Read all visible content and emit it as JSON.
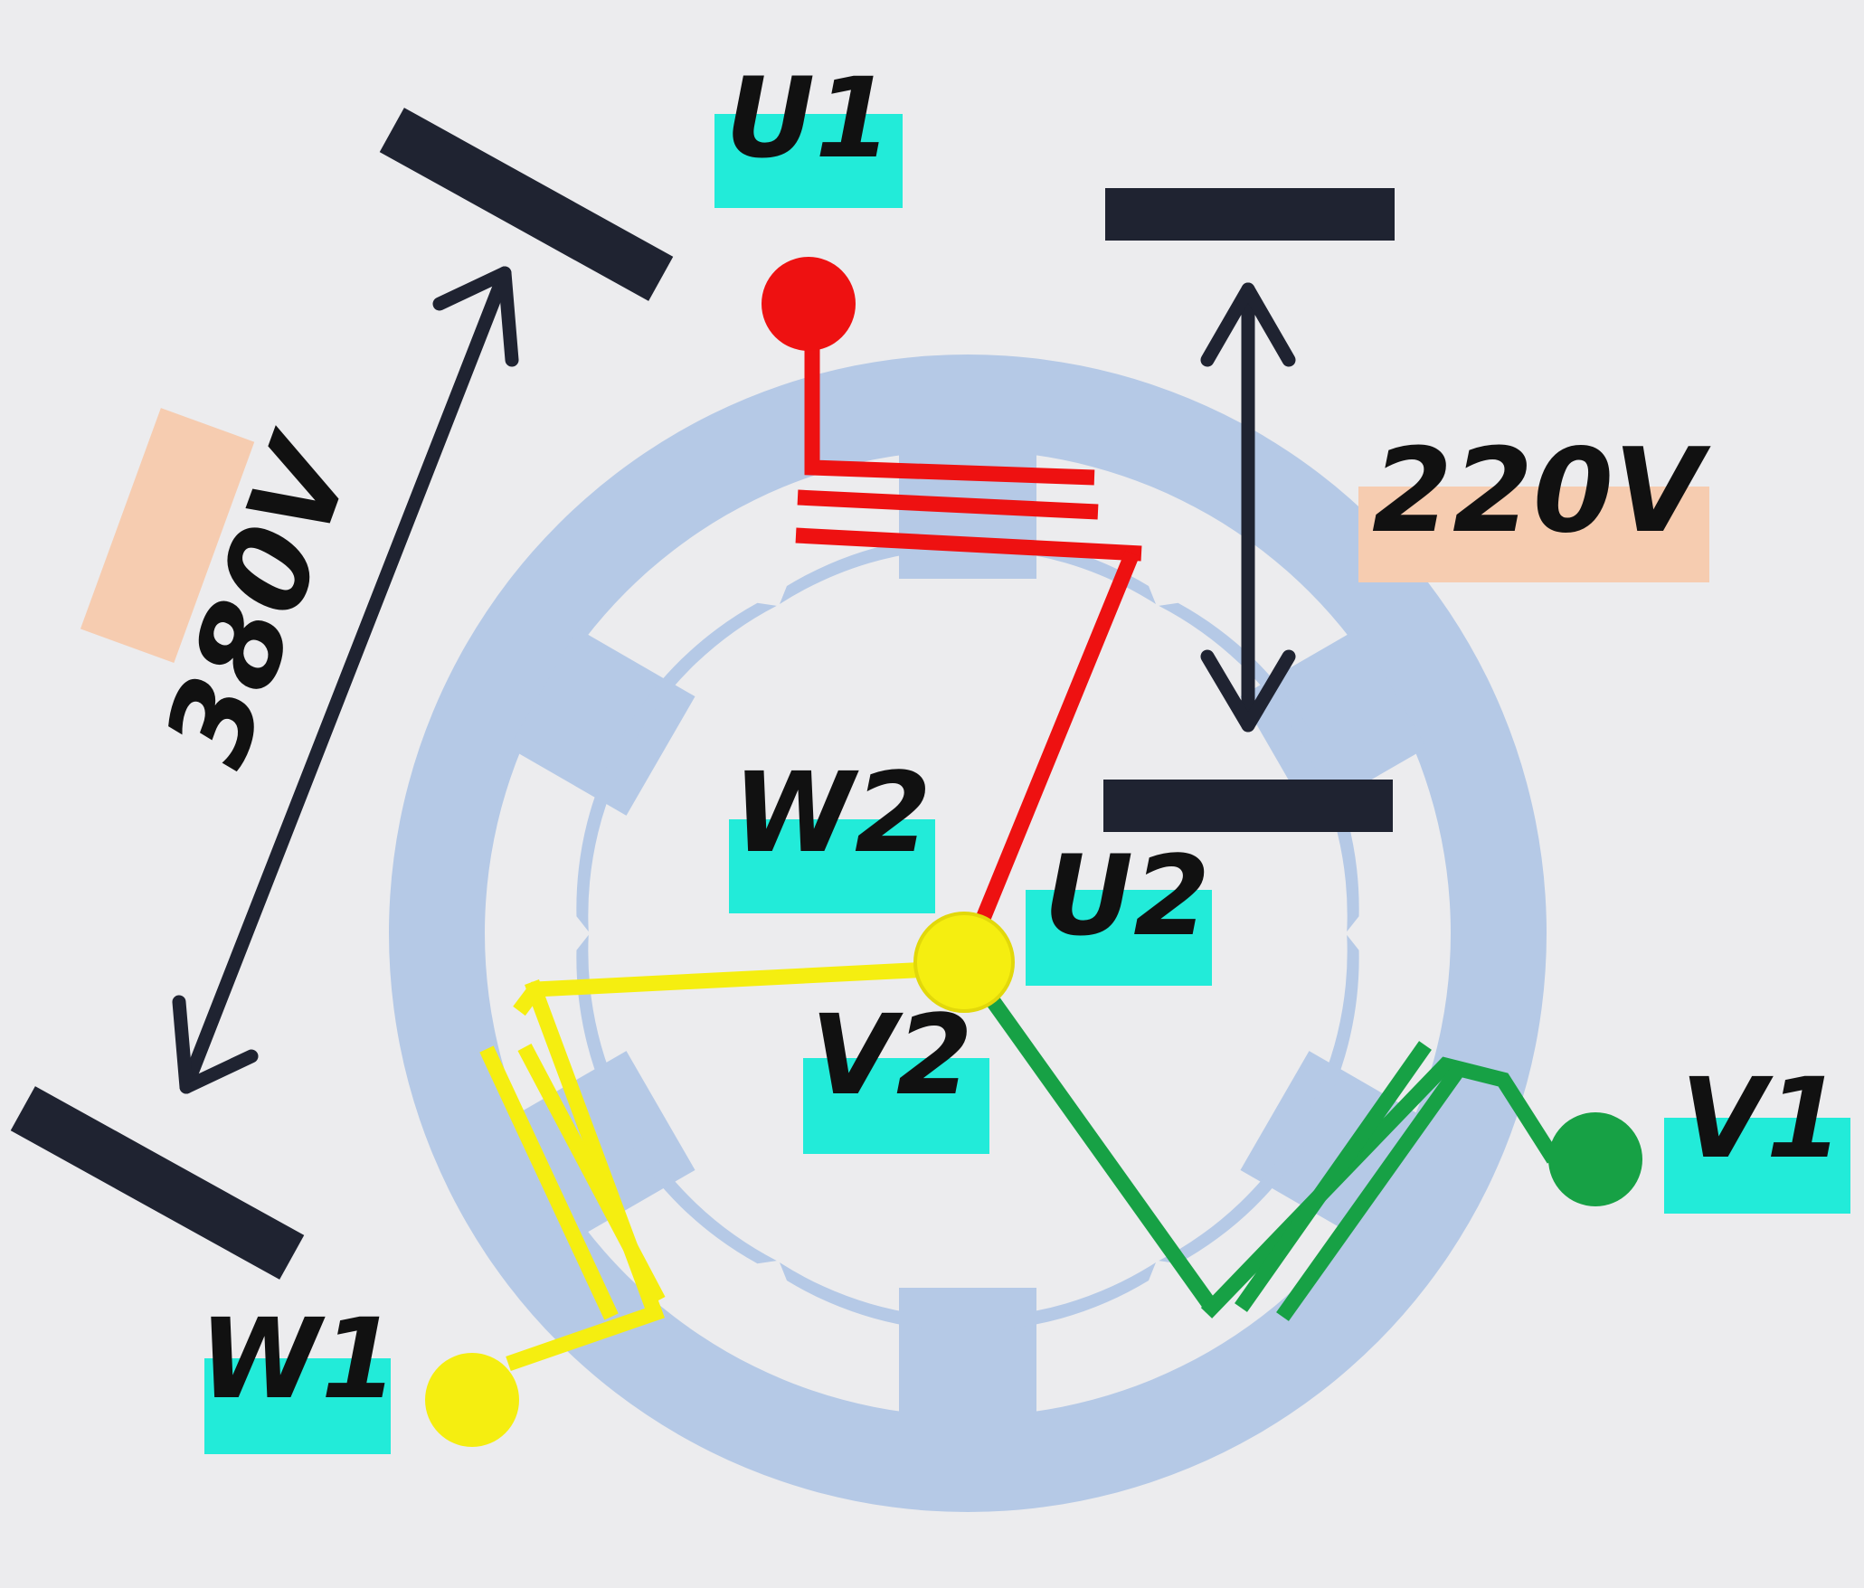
{
  "diagram": {
    "terminals": {
      "u1": "U1",
      "u2": "U2",
      "v1": "V1",
      "v2": "V2",
      "w1": "W1",
      "w2": "W2"
    },
    "voltages": {
      "line_to_line": "380V",
      "line_to_neutral": "220V"
    }
  },
  "colors": {
    "background": "#ececee",
    "stator": "#b5c9e6",
    "phase_u": "#ee1111",
    "phase_v": "#17a145",
    "phase_w": "#f5ee10",
    "terminal_label_bg": "#22ebd9",
    "voltage_label_bg": "#f6ccb0",
    "bus_bar": "#1f2331"
  },
  "icons": {
    "connection_dot": "filled-circle",
    "voltage_arrow": "double-headed-arrow"
  }
}
